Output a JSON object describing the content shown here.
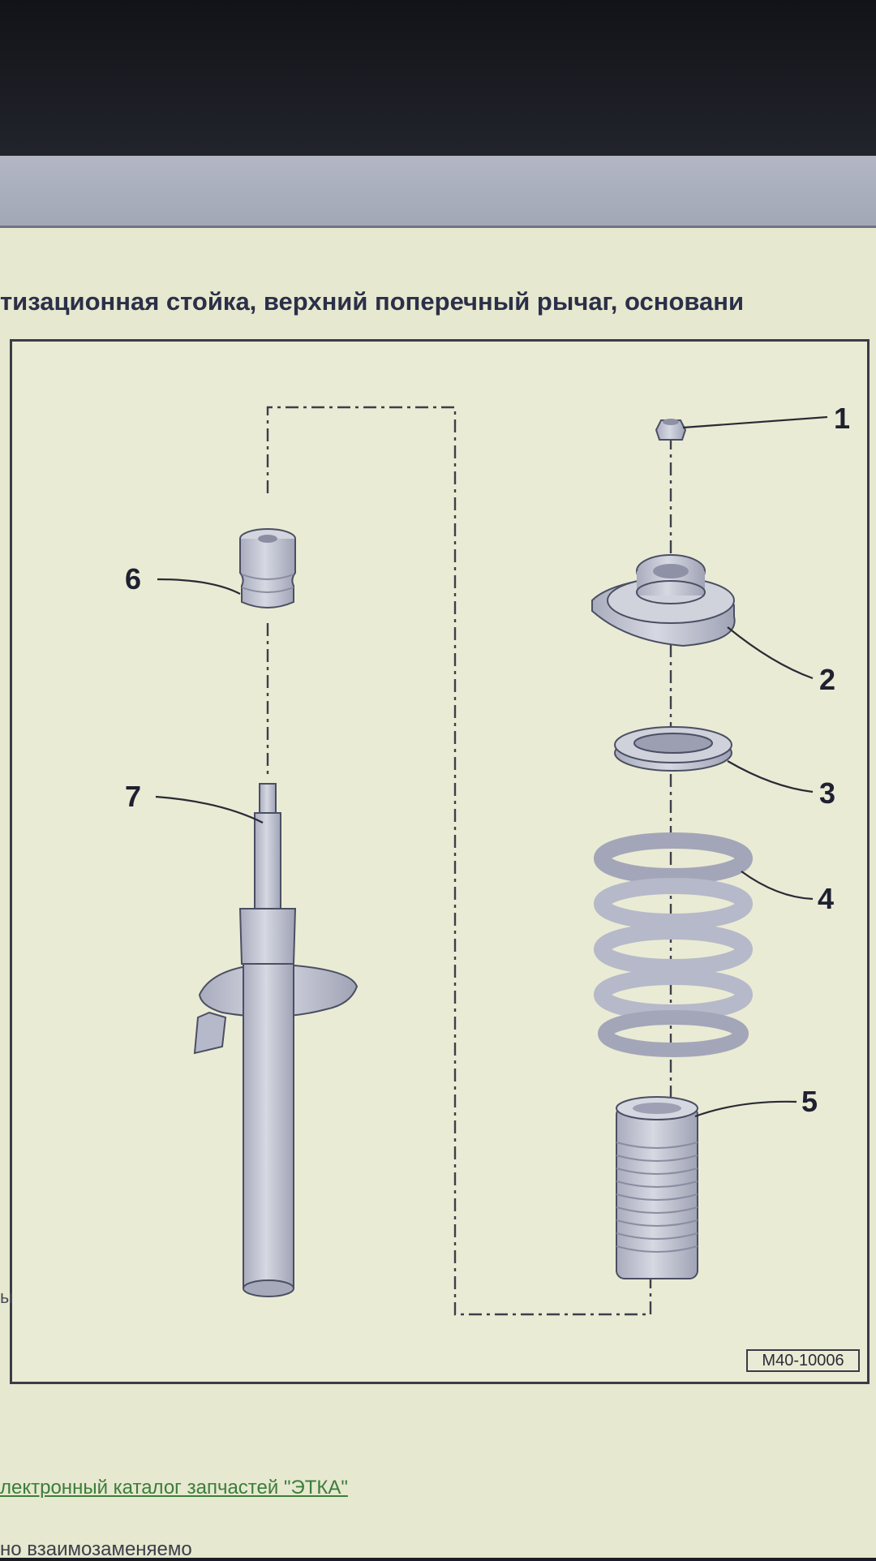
{
  "heading": "тизационная стойка, верхний поперечный рычаг, основани",
  "diagram": {
    "reference_code": "M40-10006",
    "callouts": [
      "1",
      "2",
      "3",
      "4",
      "5",
      "6",
      "7"
    ],
    "colors": {
      "part_fill": "#c9cbd6",
      "part_shade": "#a9acbd",
      "line": "#2a2b36",
      "background": "#e9ebd4"
    }
  },
  "side_mark": "ы",
  "catalog_link": "лектронный каталог запчастей \"ЭТКА\"",
  "bottom_text": "но взаимозаменяемо"
}
